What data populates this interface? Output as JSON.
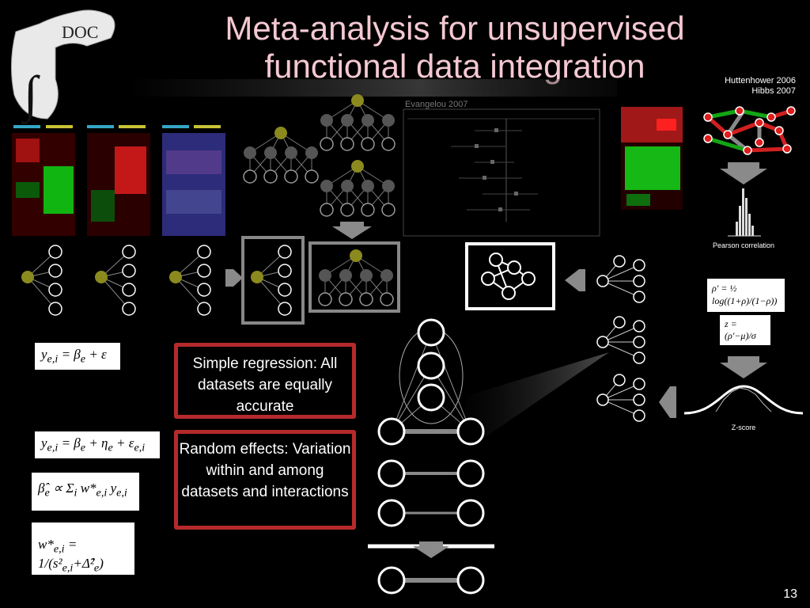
{
  "slide": {
    "title_line1": "Meta-analysis for unsupervised",
    "title_line2": "functional data integration",
    "citation_right_1": "Huttenhower 2006",
    "citation_right_2": "Hibbs 2007",
    "citation_center": "Evangelou 2007",
    "page_number": "13"
  },
  "boxes": {
    "simple_regression": "Simple regression: All datasets are equally accurate",
    "random_effects": "Random effects: Variation within and among datasets and interactions"
  },
  "pipeline_labels": {
    "pearson": "Pearson correlation",
    "zscore": "Z-score"
  },
  "colors": {
    "title": "#f4c8d2",
    "box_border": "#b52a2a",
    "gold_node": "#8b8a1e",
    "heat_red": "#d21c1c",
    "heat_green": "#17c517"
  }
}
